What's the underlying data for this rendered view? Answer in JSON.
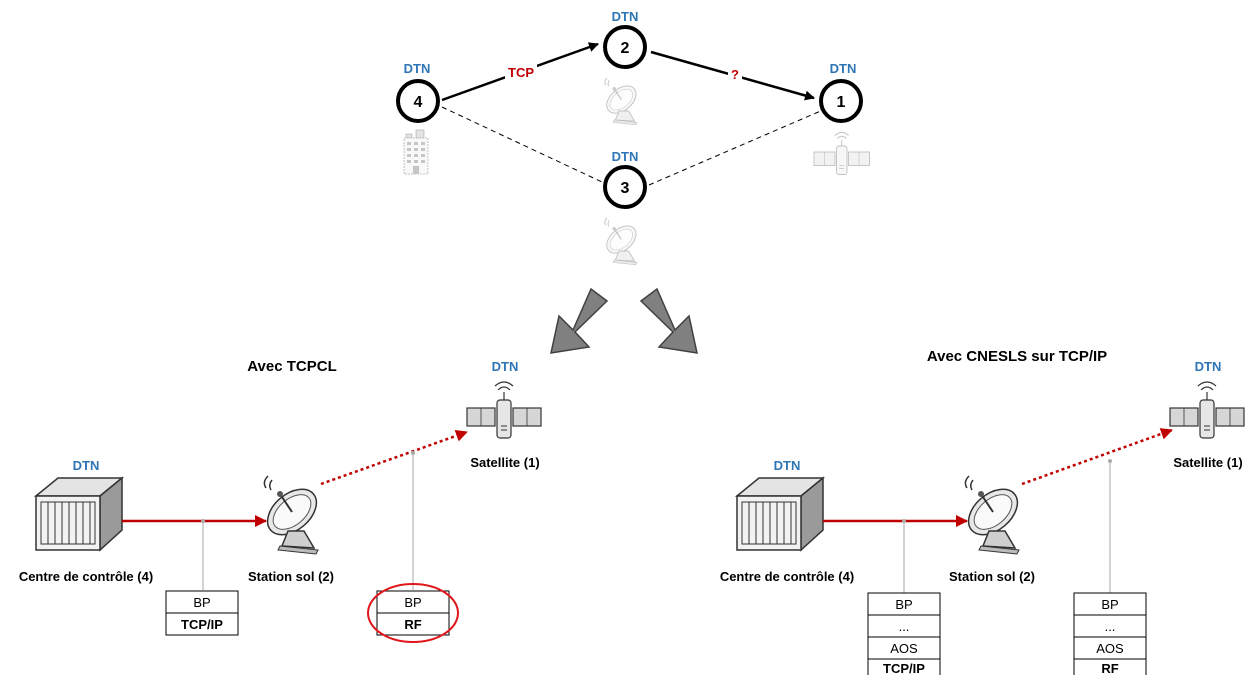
{
  "top": {
    "nodes": [
      {
        "id": "4",
        "tag": "DTN"
      },
      {
        "id": "2",
        "tag": "DTN"
      },
      {
        "id": "1",
        "tag": "DTN"
      },
      {
        "id": "3",
        "tag": "DTN"
      }
    ],
    "links": {
      "tcp": "TCP",
      "unknown": "?"
    }
  },
  "left": {
    "title": "Avec TCPCL",
    "control_tag": "DTN",
    "control_label": "Centre de contrôle (4)",
    "station_label": "Station sol (2)",
    "sat_tag": "DTN",
    "sat_label": "Satellite (1)",
    "stack_ground": [
      "BP",
      "TCP/IP"
    ],
    "stack_space": [
      "BP",
      "RF"
    ],
    "highlight_color": "#e0161b"
  },
  "right": {
    "title": "Avec CNESLS sur TCP/IP",
    "control_tag": "DTN",
    "control_label": "Centre de contrôle (4)",
    "station_label": "Station sol (2)",
    "sat_tag": "DTN",
    "sat_label": "Satellite (1)",
    "stack_ground": [
      "BP",
      "...",
      "AOS",
      "TCP/IP"
    ],
    "stack_space": [
      "BP",
      "...",
      "AOS",
      "RF"
    ]
  },
  "colors": {
    "dtn": "#2e75b6",
    "link": "#c00000",
    "arrow": "#808080"
  }
}
